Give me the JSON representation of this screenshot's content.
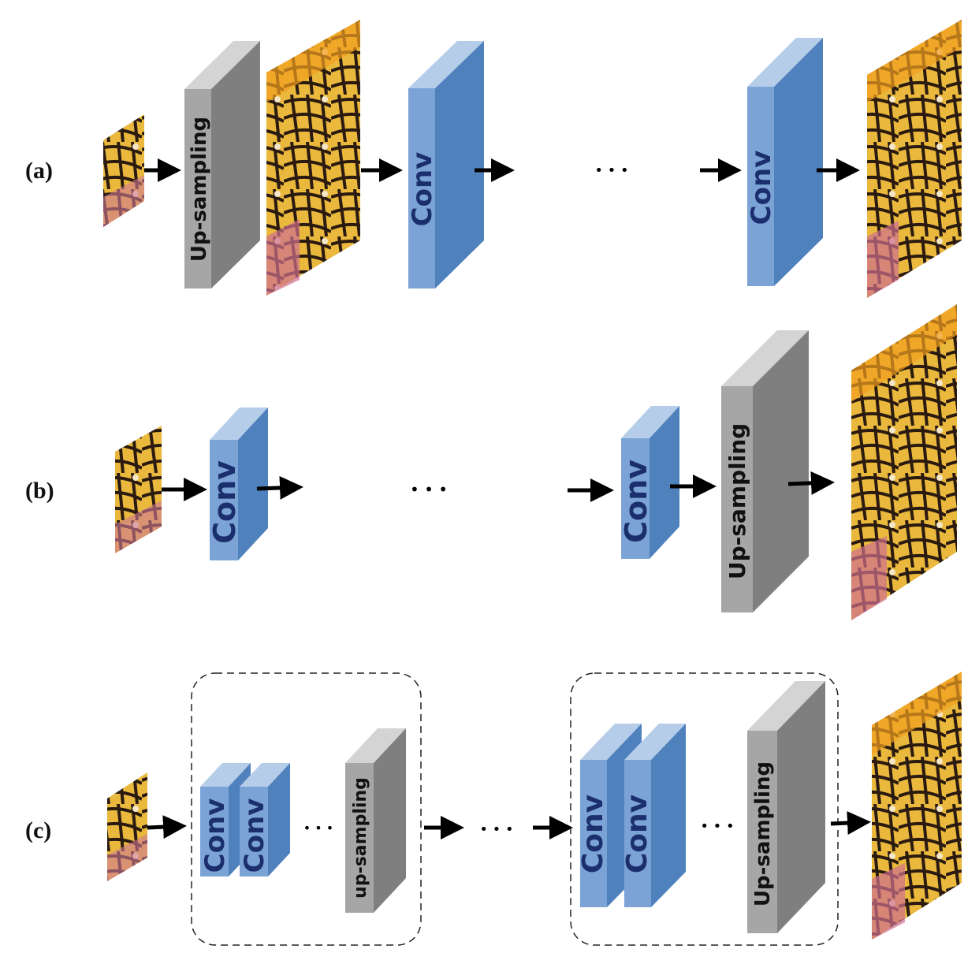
{
  "rows": [
    {
      "label": "(a)",
      "blocks": [
        {
          "type": "upsampling",
          "text": "Up-sampling"
        },
        {
          "type": "conv",
          "text": "Conv"
        },
        {
          "type": "conv",
          "text": "Conv"
        }
      ],
      "ellipsis": "• • •"
    },
    {
      "label": "(b)",
      "blocks": [
        {
          "type": "conv",
          "text": "Conv"
        },
        {
          "type": "conv",
          "text": "Conv"
        },
        {
          "type": "upsampling",
          "text": "Up-sampling"
        }
      ],
      "ellipsis": "• • •"
    },
    {
      "label": "(c)",
      "groups": [
        {
          "blocks": [
            {
              "type": "conv",
              "text": "Conv"
            },
            {
              "type": "conv",
              "text": "Conv"
            },
            {
              "type": "upsampling",
              "text": "up-sampling"
            }
          ]
        },
        {
          "blocks": [
            {
              "type": "conv",
              "text": "Conv"
            },
            {
              "type": "conv",
              "text": "Conv"
            },
            {
              "type": "upsampling",
              "text": "Up-sampling"
            }
          ]
        }
      ],
      "ellipsis": "• • •"
    }
  ],
  "colors": {
    "conv_front": "#7ba3d6",
    "conv_side": "#4f81bd",
    "conv_top": "#b6cde9",
    "up_front": "#a6a6a6",
    "up_side": "#7f7f7f",
    "up_top": "#d4d4d4",
    "conv_text": "#1b2f6e",
    "arrow": "#000000"
  },
  "image_icon": "butterfly-wing-image"
}
